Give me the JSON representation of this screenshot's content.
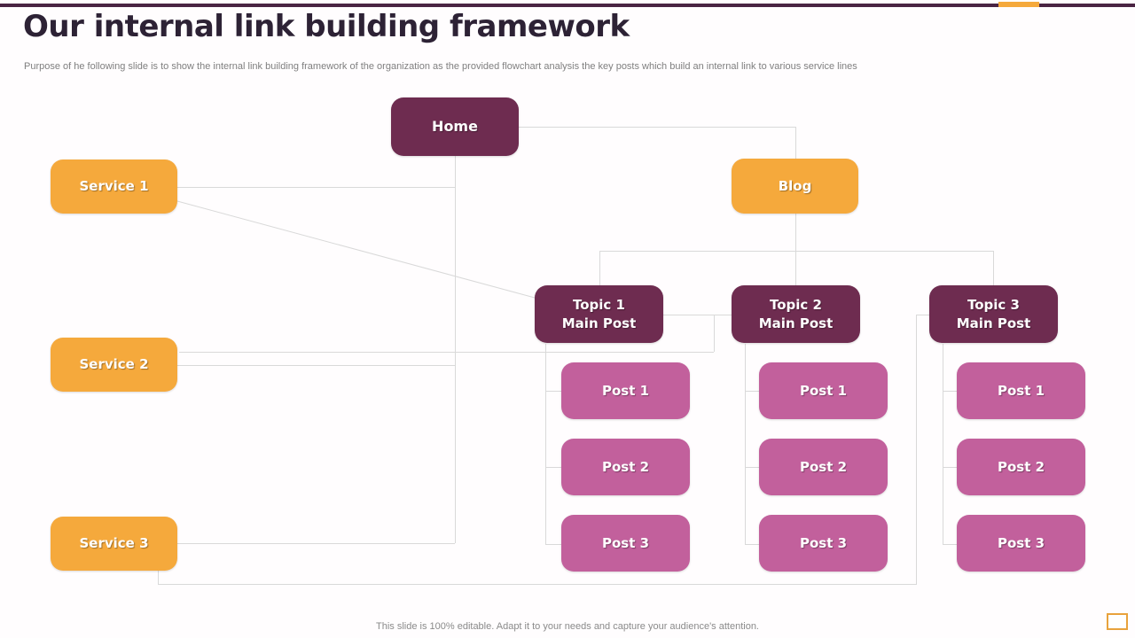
{
  "slide": {
    "title": "Our internal link building framework",
    "subtitle": "Purpose of he following slide is to show the internal link building framework of the organization as the provided flowchart analysis the key  posts which build an internal link to various service lines",
    "footer_note": "This slide is 100% editable. Adapt it to your needs and capture your audience's attention."
  },
  "flowchart": {
    "home": {
      "label": "Home"
    },
    "blog": {
      "label": "Blog"
    },
    "services": [
      {
        "label": "Service 1"
      },
      {
        "label": "Service 2"
      },
      {
        "label": "Service 3"
      }
    ],
    "topics": [
      {
        "line1": "Topic 1",
        "line2": "Main Post"
      },
      {
        "line1": "Topic 2",
        "line2": "Main Post"
      },
      {
        "line1": "Topic 3",
        "line2": "Main Post"
      }
    ],
    "post_columns": [
      {
        "posts": [
          "Post 1",
          "Post 2",
          "Post 3"
        ]
      },
      {
        "posts": [
          "Post 1",
          "Post 2",
          "Post 3"
        ]
      },
      {
        "posts": [
          "Post 1",
          "Post 2",
          "Post 3"
        ]
      }
    ]
  },
  "colors": {
    "orange": "#F5A93C",
    "maroon": "#6E2C50",
    "pink": "#C2609C",
    "connector_gray": "#D9D9D9",
    "top_bar_purple": "#4A2443"
  }
}
